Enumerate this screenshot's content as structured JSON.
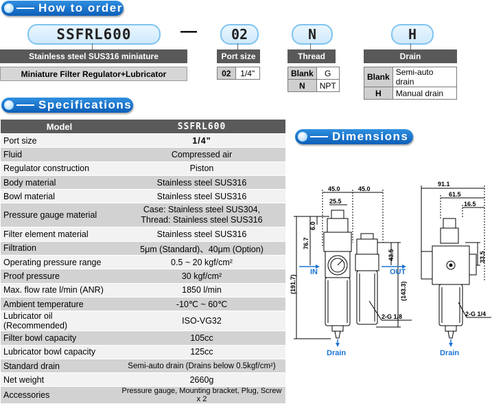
{
  "how_to_order": {
    "title": "How to order",
    "model_code": "SSFRL600",
    "dash": "—",
    "model_desc": "Stainless steel SUS316 miniature",
    "model_type": "Miniature Filter Regulator+Lubricator",
    "port": {
      "code": "02",
      "title": "Port size",
      "options": [
        {
          "key": "02",
          "value": "1/4\""
        }
      ]
    },
    "thread": {
      "code": "N",
      "title": "Thread",
      "options": [
        {
          "key": "Blank",
          "value": "G"
        },
        {
          "key": "N",
          "value": "NPT"
        }
      ]
    },
    "drain": {
      "code": "H",
      "title": "Drain",
      "options": [
        {
          "key": "Blank",
          "value": "Semi-auto drain"
        },
        {
          "key": "H",
          "value": "Manual drain"
        }
      ]
    }
  },
  "specifications": {
    "title": "Specifications",
    "header": {
      "label": "Model",
      "value": "SSFRL600"
    },
    "rows": [
      {
        "label": "Port size",
        "value": "1/4\""
      },
      {
        "label": "Fluid",
        "value": "Compressed air"
      },
      {
        "label": "Regulator construction",
        "value": "Piston"
      },
      {
        "label": "Body material",
        "value": "Stainless steel SUS316"
      },
      {
        "label": "Bowl material",
        "value": "Stainless steel SUS316"
      },
      {
        "label": "Pressure gauge material",
        "value": "Case: Stainless steel SUS304,",
        "value2": "Thread: Stainless steel SUS316"
      },
      {
        "label": "Filter element material",
        "value": "Stainless steel SUS316"
      },
      {
        "label": "Filtration",
        "value": "5μm (Standard)、40μm (Option)"
      },
      {
        "label": "Operating pressure range",
        "value": "0.5 ~ 20 kgf/cm²"
      },
      {
        "label": "Proof pressure",
        "value": "30 kgf/cm²"
      },
      {
        "label": "Max. flow rate l/min (ANR)",
        "value": "1850  l/min"
      },
      {
        "label": "Ambient temperature",
        "value": "-10℃ ~ 60℃"
      },
      {
        "label": "Lubricator oil (Recommended)",
        "value": "ISO-VG32"
      },
      {
        "label": "Filter bowl capacity",
        "value": "105cc"
      },
      {
        "label": "Lubricator bowl capacity",
        "value": "125cc"
      },
      {
        "label": "Standard drain",
        "value": "Semi-auto drain (Drains below 0.5kgf/cm²)"
      },
      {
        "label": "Net weight",
        "value": "2660g"
      },
      {
        "label": "Accessories",
        "value": "Pressure gauge, Mounting bracket, Plug, Screw x 2"
      }
    ]
  },
  "dimensions": {
    "title": "Dimensions",
    "front": {
      "w1": "45.0",
      "w2": "45.0",
      "w3": "25.5",
      "h_total": "(191.7)",
      "h_upper": "76.7",
      "h_top": "6.0",
      "h_right1": "43.5",
      "h_right2": "(143.3)",
      "port_label": "2-G 1/8",
      "in_label": "IN",
      "out_label": "OUT",
      "drain_label": "Drain"
    },
    "side": {
      "w1": "91.1",
      "w2": "61.5",
      "w3": "16.5",
      "h1": "33.5",
      "port_label": "2-G 1/4",
      "drain_label": "Drain"
    }
  }
}
